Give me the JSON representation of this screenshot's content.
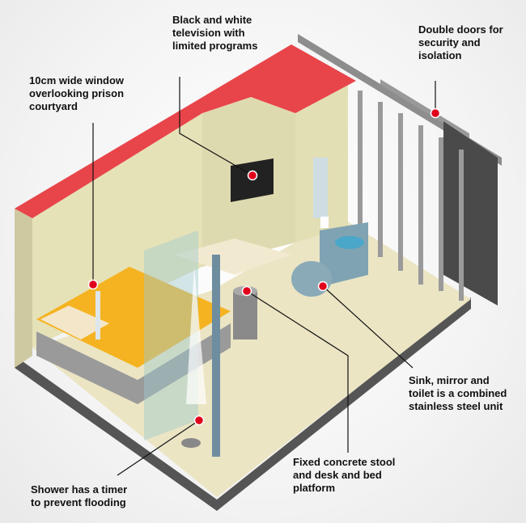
{
  "annotations": [
    {
      "id": "window",
      "lines": [
        "10cm wide window",
        "overlooking prison",
        "courtyard"
      ]
    },
    {
      "id": "television",
      "lines": [
        "Black and white",
        "television with",
        "limited programs"
      ]
    },
    {
      "id": "doors",
      "lines": [
        "Double doors for",
        "security and",
        "isolation"
      ]
    },
    {
      "id": "sink",
      "lines": [
        "Sink, mirror and",
        "toilet is a combined",
        "stainless steel unit"
      ]
    },
    {
      "id": "stool",
      "lines": [
        "Fixed concrete stool",
        "and desk and bed",
        "platform"
      ]
    },
    {
      "id": "shower",
      "lines": [
        "Shower has a timer",
        "to prevent flooding"
      ]
    }
  ],
  "colors": {
    "marker": "#e0001b",
    "roof": "#e8454a",
    "wall": "#e6e2b8",
    "floor": "#ebe5c4",
    "bed": "#f5b321",
    "steel": "#7fa3b2"
  }
}
